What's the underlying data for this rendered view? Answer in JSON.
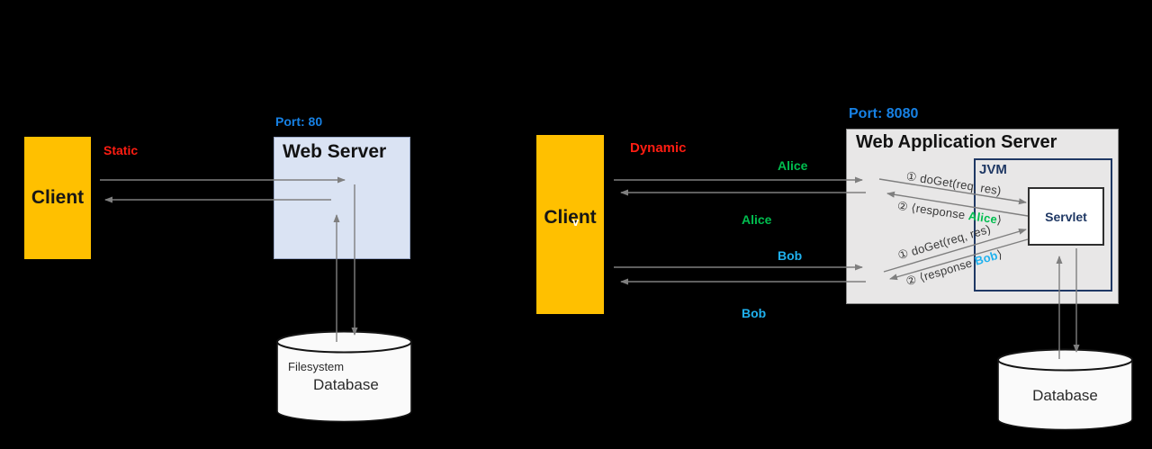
{
  "colors": {
    "gold": "#FFC000",
    "red": "#FF1D12",
    "green": "#00BE4F",
    "cyan": "#1FB1EE",
    "blue": "#1781E4",
    "navy": "#1F3864",
    "arrow": "#7F7F7F",
    "ink": "#141414",
    "server_fill": "#DAE3F3",
    "server_border": "#9AA8C7",
    "was_fill": "#E8E7E7",
    "was_border": "#8C8C8C",
    "db_fill": "#FAFAFA",
    "label_ink": "#3A3A3A"
  },
  "left": {
    "client_label": "Client",
    "flow_label": "Static",
    "port_label": "Port: 80",
    "server_title": "Web Server",
    "db_name_top": "Filesystem",
    "db_name_bottom": "Database"
  },
  "right": {
    "client_label": "Client",
    "client_caret": "v",
    "flow_label": "Dynamic",
    "port_label": "Port: 8080",
    "server_title": "Web Application Server",
    "jvm_label": "JVM",
    "servlet_label": "Servlet",
    "db_label": "Database",
    "alice_request_user": "Alice",
    "alice_response_user": "Alice",
    "bob_request_user": "Bob",
    "bob_response_user": "Bob",
    "flows": {
      "alice_request": "① doGet(req, res)",
      "alice_response_prefix": "② ⟨response ",
      "alice_response_name": "Alice",
      "alice_response_suffix": "⟩",
      "bob_request": "① doGet(req, res)",
      "bob_response_prefix": "② ⟨response ",
      "bob_response_name": "Bob",
      "bob_response_suffix": "⟩"
    }
  }
}
